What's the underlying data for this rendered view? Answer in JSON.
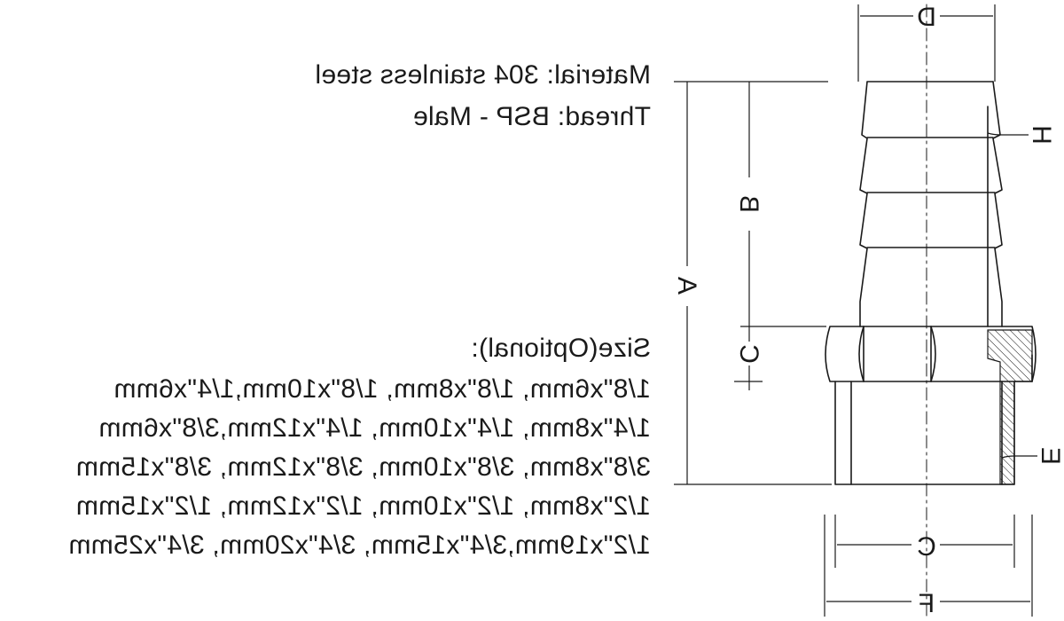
{
  "specs": {
    "material": "Material: 304 stainless steel",
    "thread": "Thread: BSP - Male"
  },
  "sizes": {
    "heading": "Size(Optional):",
    "lines": [
      "1/8\"x6mm, 1/8\"x8mm, 1/8\"x10mm,1/4\"x6mm",
      "1/4\"x8mm, 1/4\"x10mm, 1/4\"x12mm,3/8\"x6mm",
      "3/8\"x8mm, 3/8\"x10mm, 3/8\"x12mm, 3/8\"x15mm",
      "1/2\"x8mm, 1/2\"x10mm, 1/2\"x12mm, 1/2\"x15mm",
      "1/2\"x19mm,3/4\"x15mm, 3/4\"x20mm, 3/4\"x25mm"
    ]
  },
  "dimension_labels": {
    "A": "A",
    "B": "B",
    "C_upper": "C",
    "C_lower": "C",
    "D": "D",
    "E": "E",
    "F": "F",
    "H": "H"
  },
  "colors": {
    "line": "#1a1a1a",
    "background": "#ffffff"
  }
}
